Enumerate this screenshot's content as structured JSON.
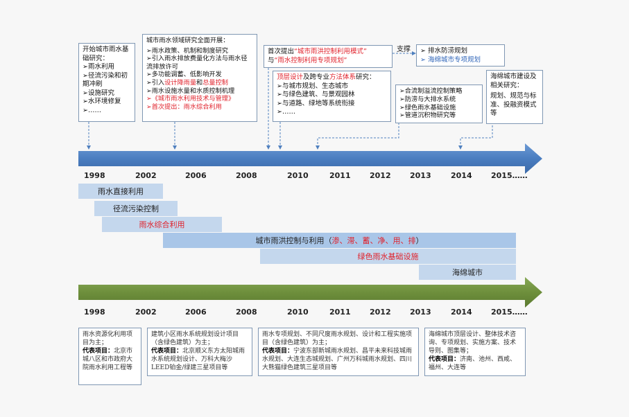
{
  "boxes": {
    "b1": {
      "title": "开始城市雨水基础研究：",
      "items": [
        "雨水利用",
        "径流污染和初期冲刷",
        "设施研究",
        "水环境修复",
        "……"
      ]
    },
    "b2": {
      "title": "城市雨水领域研究全面开展：",
      "items": [
        "雨水政策、机制和制度研究",
        "引入雨水排放费量化方法与雨水径流排放许可",
        "多功能调蓄、低影响开发"
      ],
      "i4_pre": "引入",
      "i4_red1": "设计降雨量",
      "i4_mid": "和",
      "i4_red2": "总量控制",
      "i5": "雨水设施水量和水质控制机理",
      "i6": "《城市雨水利用技术与管理》",
      "i7": "首次提出：雨水综合利用"
    },
    "b3": {
      "l1_pre": "首次提出",
      "l1_red": "“城市雨洪控制利用模式”",
      "l2_pre": "与",
      "l2_red": "“雨水控制利用专项规划”"
    },
    "b4": {
      "red1": "顶层设计",
      "mid": "及跨专业",
      "red2": "方法体系",
      "post": "研究：",
      "items": [
        "与城市规划、生态城市",
        "与绿色建筑、与景观园林",
        "与道路、绿地等系统衔接",
        "……"
      ]
    },
    "support": "支撑",
    "b5": {
      "items": [
        "排水防涝规划"
      ],
      "blue": "海绵城市专项规划"
    },
    "b6": {
      "items": [
        "合流制溢流控制策略",
        "防涝与大排水系统",
        "绿色雨水基础设施",
        "管道沉积物研究等"
      ]
    },
    "b7": {
      "title": "海绵城市建设及相关研究：",
      "body": "规划、规范与标准、投融资模式等"
    }
  },
  "years_top": [
    "1998",
    "2002",
    "2006",
    "2008",
    "2010",
    "2011",
    "2012",
    "2013",
    "2014",
    "2015……"
  ],
  "years_bottom": [
    "1998",
    "2002",
    "2006",
    "2008",
    "2010",
    "2011",
    "2012",
    "2013",
    "2014",
    "2015……"
  ],
  "bars": {
    "b1": "雨水直接利用",
    "b2": "径流污染控制",
    "b3": "雨水综合利用",
    "b4_pre": "城市雨洪控制与利用（",
    "b4_red": "渗、滞、蓄、净、用、排",
    "b4_post": "）",
    "b5": "绿色雨水基础设施",
    "b6": "海绵城市"
  },
  "bottom": {
    "p1": {
      "text": "雨水资源化利用项目为主；",
      "label": "代表项目：",
      "rest": "北京市城八区和市政府大院雨水利用工程等"
    },
    "p2": {
      "text": "建筑小区雨水系统规划设计项目（含绿色建筑）为主；",
      "label": "代表项目：",
      "rest": "北京顺义东方太阳城雨水系统规划设计、万科大梅沙LEED铂金/绿建三星项目等"
    },
    "p3": {
      "text": "雨水专项规划、不同尺度雨水规划、设计和工程实施项目（含绿色建筑）为主；",
      "label": "代表项目：",
      "rest": "宁波东部新城雨水规划、昌平未来科技城雨水规划、大连生态城规划、广州万科城雨水规划、四川大熊猫绿色建筑三星项目等"
    },
    "p4": {
      "text": "海绵城市顶层设计、整体技术咨询、专项规划、实施方案、技术导则、图集等；",
      "label": "代表项目：",
      "rest": "济南、池州、西咸、福州、大连等"
    }
  },
  "colors": {
    "top_arrow": "#4f80bf",
    "bottom_arrow": "#6e8f3c",
    "red": "#e0202a",
    "blue": "#2e64b8"
  }
}
